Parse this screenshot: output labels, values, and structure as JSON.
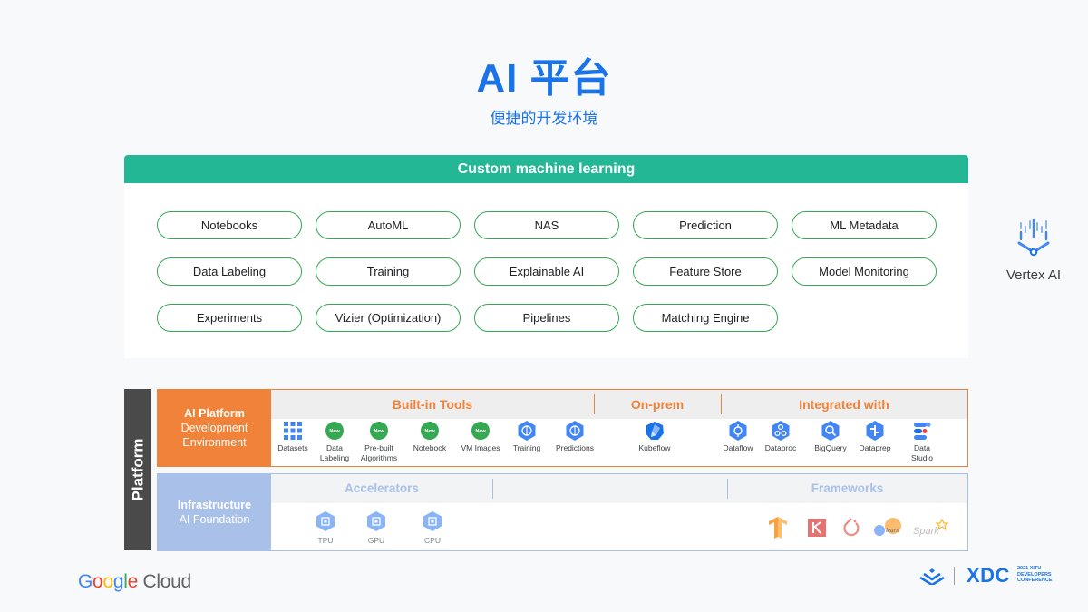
{
  "title": "AI 平台",
  "subtitle": "便捷的开发环境",
  "custom_ml": {
    "header": "Custom machine learning",
    "items": [
      "Notebooks",
      "AutoML",
      "NAS",
      "Prediction",
      "ML Metadata",
      "Data Labeling",
      "Training",
      "Explainable AI",
      "Feature Store",
      "Model Monitoring",
      "Experiments",
      "Vizier (Optimization)",
      "Pipelines",
      "Matching Engine"
    ]
  },
  "vertex": {
    "label": "Vertex AI"
  },
  "platform": {
    "label": "Platform"
  },
  "ai_platform": {
    "label_line1": "AI Platform",
    "label_line2": "Development",
    "label_line3": "Environment",
    "sections": {
      "builtin": "Built-in Tools",
      "onprem": "On-prem",
      "integrated": "Integrated with"
    },
    "badge_new": "New",
    "tools": {
      "datasets": "Datasets",
      "data_labeling_1": "Data",
      "data_labeling_2": "Labeling",
      "prebuilt_1": "Pre-built",
      "prebuilt_2": "Algorithms",
      "notebook": "Notebook",
      "vm_images": "VM Images",
      "training": "Training",
      "predictions": "Predictions",
      "kubeflow": "Kubeflow",
      "dataflow": "Dataflow",
      "dataproc": "Dataproc",
      "bigquery": "BigQuery",
      "dataprep": "Dataprep",
      "datastudio_1": "Data",
      "datastudio_2": "Studio"
    }
  },
  "infrastructure": {
    "label_line1": "Infrastructure",
    "label_line2": "AI Foundation",
    "sections": {
      "accelerators": "Accelerators",
      "frameworks": "Frameworks"
    },
    "hardware": {
      "tpu": "TPU",
      "gpu": "GPU",
      "cpu": "CPU"
    },
    "framework_icons": [
      "tensorflow-icon",
      "keras-icon",
      "pytorch-icon",
      "scikit-learn-icon",
      "spark-icon"
    ]
  },
  "footer": {
    "google": [
      "G",
      "o",
      "o",
      "g",
      "l",
      "e"
    ],
    "cloud": "Cloud",
    "xdc": "XDC",
    "xdc_small_1": "2021 XITU",
    "xdc_small_2": "DEVELOPERS",
    "xdc_small_3": "CONFERENCE"
  },
  "colors": {
    "accent_blue": "#1a73e8",
    "teal": "#24b795",
    "pill_border": "#34a853",
    "orange": "#f0823a",
    "light_blue": "#a9c1e9",
    "platform_gray": "#4a4a4a"
  }
}
